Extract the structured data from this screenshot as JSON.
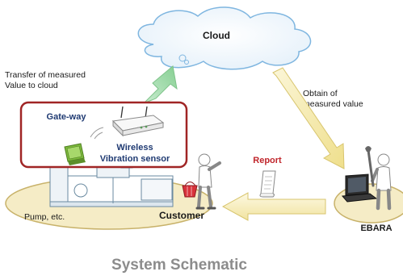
{
  "labels": {
    "cloud": "Cloud",
    "transfer_line1": "Transfer of measured",
    "transfer_line2": "Value to cloud",
    "obtain_line1": "Obtain of",
    "obtain_line2": "measured value",
    "gateway": "Gate-way",
    "wireless_line1": "Wireless",
    "wireless_line2": "Vibration sensor",
    "report": "Report",
    "pump": "Pump, etc.",
    "customer": "Customer",
    "ebara": "EBARA",
    "caption": "System Schematic"
  },
  "icons": {
    "cloud": "cloud-icon",
    "gateway": "wireless-gateway-icon",
    "sensor": "vibration-sensor-icon",
    "document": "report-document-icon",
    "customer_person": "customer-person-icon",
    "worker": "worker-with-wrench-icon",
    "laptop": "laptop-icon",
    "pump": "pump-machine-icon"
  },
  "colors": {
    "cloud_outline": "#7fb6e0",
    "gateway_box_border": "#a02525",
    "navy_text": "#1f3a72",
    "report_red": "#c0252b",
    "ellipse_fill": "#f5ecc6",
    "ellipse_stroke": "#c8b26a",
    "caption_gray": "#8c8c8c",
    "arrow_green": "#9fd9a6",
    "arrow_yellow": "#f6ecb2"
  }
}
